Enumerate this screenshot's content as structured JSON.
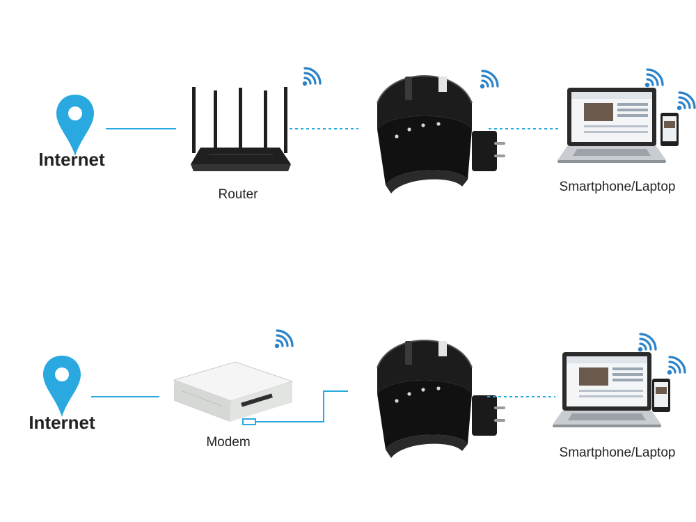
{
  "colors": {
    "accent": "#29a9e0",
    "device": "#1c1c1c",
    "modem": "#e9ebea",
    "laptop_body": "#c9ccd0"
  },
  "top_row": {
    "internet_label": "Internet",
    "router_label": "Router",
    "client_label": "Smartphone/Laptop"
  },
  "bottom_row": {
    "internet_label": "Internet",
    "modem_label": "Modem",
    "client_label": "Smartphone/Laptop"
  },
  "icons": {
    "location": "location-pin-icon",
    "wifi": "wifi-signal-icon"
  }
}
